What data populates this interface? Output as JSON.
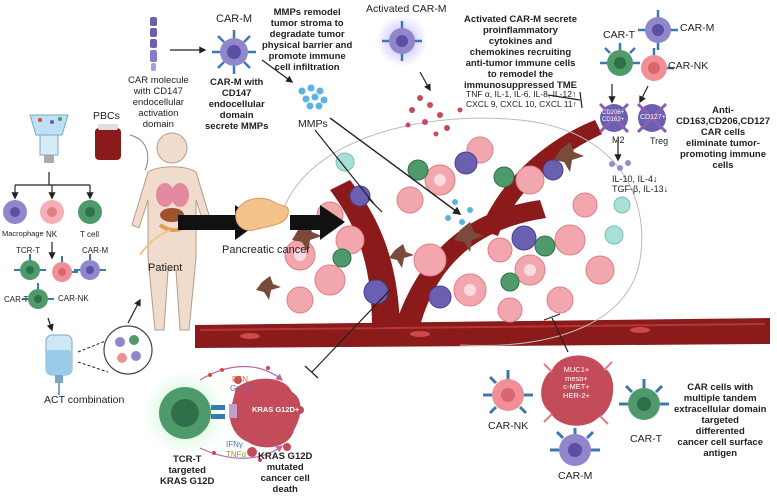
{
  "top": {
    "car_molecule": [
      "CAR molecule",
      "with CD147",
      "endocellular",
      "activation",
      "domain"
    ],
    "car_m_title": "CAR-M",
    "car_m_desc": [
      "CAR-M with",
      "CD147",
      "endocellular",
      "domain",
      "secrete MMPs"
    ],
    "mmps_desc": [
      "MMPs remodel",
      "tumor stroma to",
      "degradate tumor",
      "physical barrier and",
      "promote immune",
      "cell infiltration"
    ],
    "mmps_label": "MMPs",
    "activated_car_m": "Activated CAR-M",
    "activated_desc": [
      "Activated CAR-M secrete",
      "proinflammatory",
      "cytokines and",
      "chemokines recruiting",
      "anti-tumor immune cells",
      "to remodel the",
      "immunosuppressed TME"
    ],
    "cytokines_up": [
      "TNF α, IL-1, IL-6, IL-8, IL-12↑",
      "CXCL 9, CXCL 10, CXCL 11↑"
    ]
  },
  "right": {
    "car_t": "CAR-T",
    "car_m": "CAR-M",
    "car_nk": "CAR-NK",
    "m2_markers": [
      "CD206+",
      "CD163+"
    ],
    "m2_label": "M2",
    "treg_marker": "CD127+",
    "treg_label": "Treg",
    "anti_desc": [
      "Anti-",
      "CD163,CD206,CD127",
      "CAR cells",
      "eliminate tumor-",
      "promoting immune",
      "cells"
    ],
    "cytokines_down": [
      "IL-10, IL-4↓",
      "TGF-β, IL-13↓"
    ]
  },
  "left": {
    "pbcs": "PBCs",
    "macrophage": "Macrophage",
    "nk": "NK",
    "t_cell": "T cell",
    "tcr_t": "TCR-T",
    "car_m": "CAR-M",
    "car_t": "CAR-T",
    "car_nk": "CAR-NK",
    "act_combination": "ACT combination",
    "patient": "Patient",
    "pancreatic_cancer": "Pancreatic cancer"
  },
  "bottom": {
    "pfn": "PFN",
    "gzmb": "GzmB",
    "ifn": "IFNγ",
    "tnf": "TNFα",
    "kras_cell": "KRAS G12D+",
    "tcr_t_desc": [
      "TCR-T",
      "targeted",
      "KRAS G12D"
    ],
    "kras_desc": [
      "KRAS G12D",
      "mutated",
      "cancer cell",
      "death"
    ],
    "tandem_markers": [
      "MUC1+",
      "meso+",
      "c-MET+",
      "HER-2+"
    ],
    "car_nk": "CAR-NK",
    "car_t": "CAR-T",
    "car_m": "CAR-M",
    "tandem_desc": [
      "CAR cells with",
      "multiple tandem",
      "extracellular domain",
      "targeted",
      "differented",
      "cancer cell surface",
      "antigen"
    ]
  },
  "colors": {
    "vessel": "#8b1a1a",
    "tumor_pink": "#f2a7ae",
    "macrophage_purple": "#6a5fb0",
    "t_cell_green": "#4f9a6a",
    "nk_pink": "#f08f95",
    "receptor_blue": "#3c79b0",
    "mmp_blue": "#5ab3e3",
    "fibroblast_brown": "#7a4a3a"
  }
}
